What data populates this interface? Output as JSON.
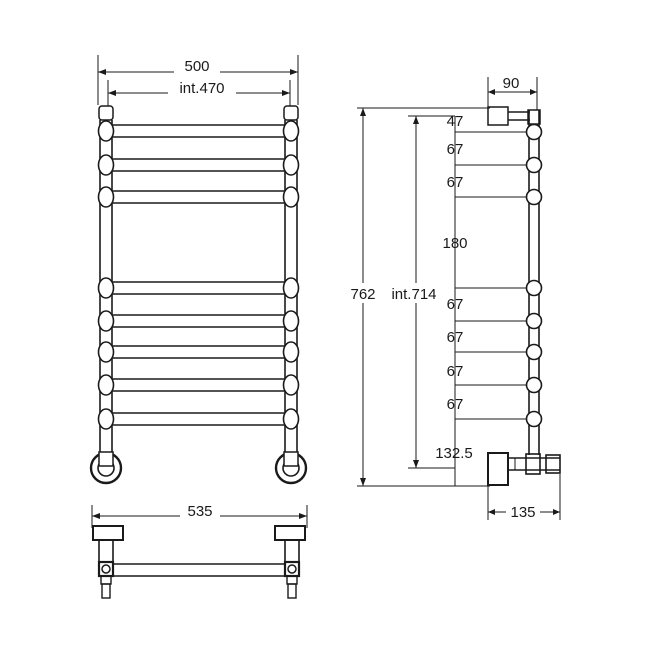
{
  "front_view": {
    "overall_width": "500",
    "internal_width": "int.470"
  },
  "side_view": {
    "depth_top": "90",
    "overall_height": "762",
    "internal_height": "int.714",
    "spacings": [
      "47",
      "67",
      "67",
      "180",
      "67",
      "67",
      "67",
      "67",
      "132.5"
    ],
    "depth_bottom": "135"
  },
  "top_view": {
    "overall_width": "535"
  },
  "colors": {
    "line": "#1a1a1a",
    "background": "#ffffff"
  }
}
